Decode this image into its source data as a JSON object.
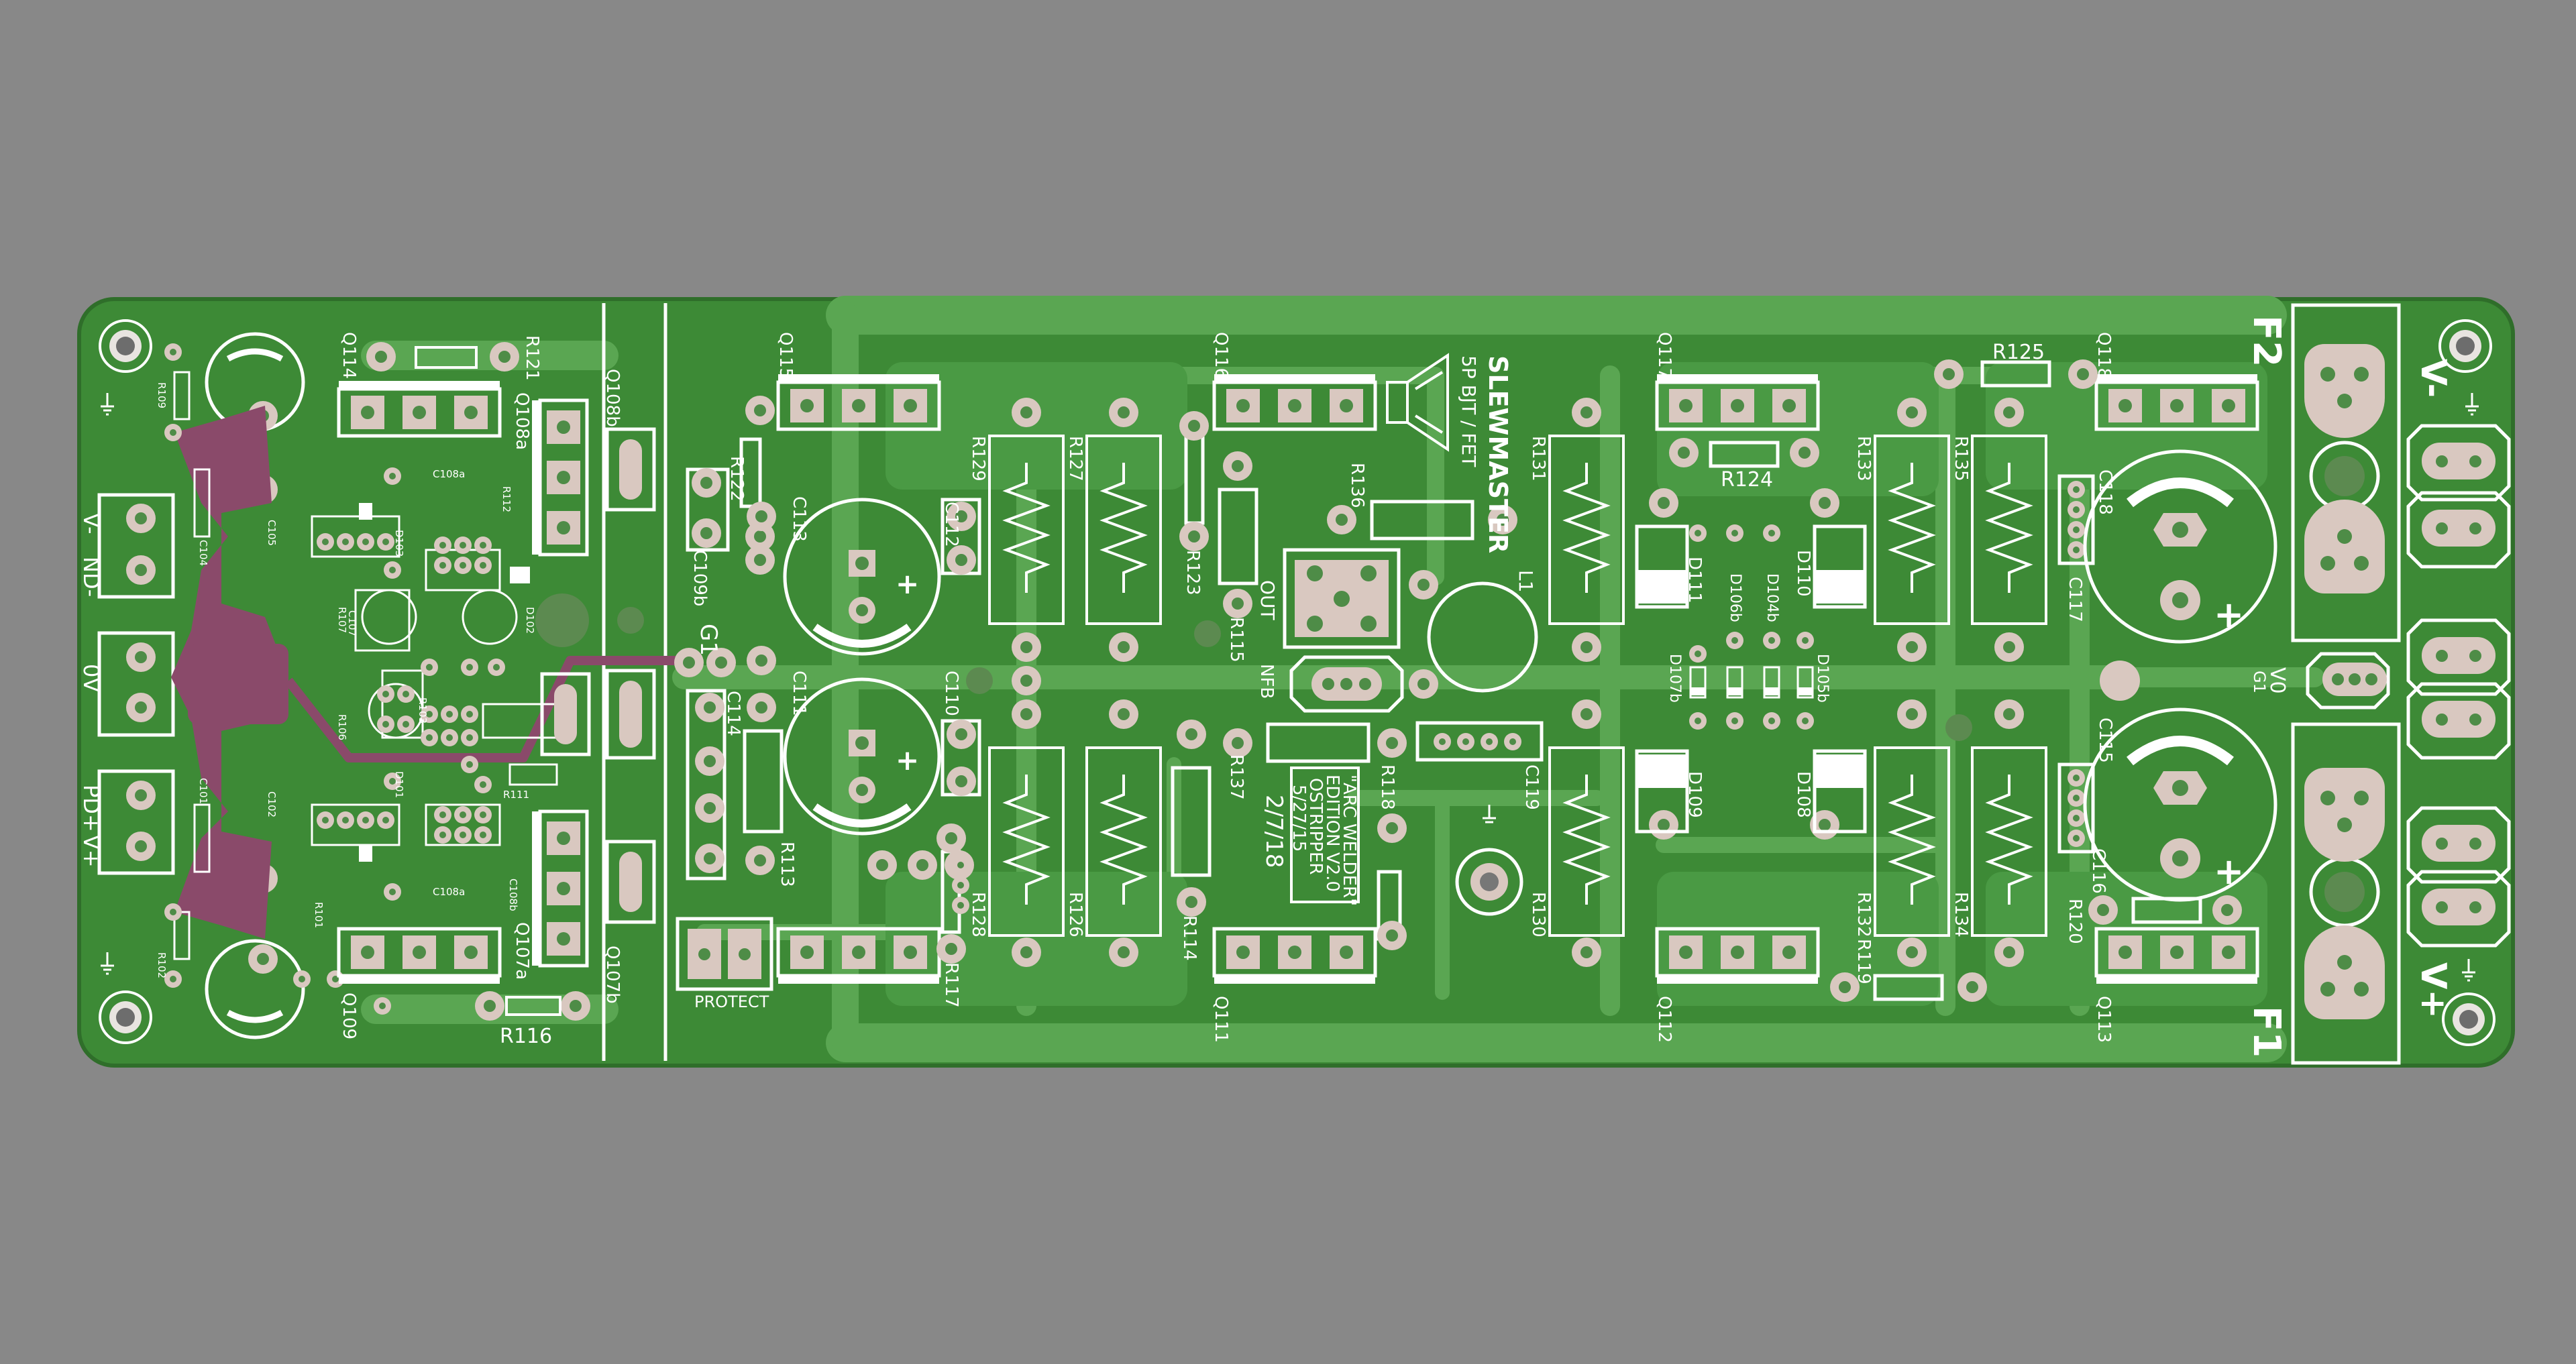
{
  "colors": {
    "background": "#888888",
    "board": "#3d8a36",
    "board_edge": "#2f6e2a",
    "copper_pour": "#5aa652",
    "silkscreen": "#ffffff",
    "pad": "#d9c8c0",
    "hole": "#5e9a58",
    "bottom_copper": "#8a4a6a"
  },
  "board": {
    "title": "SLEWMASTER",
    "subtitle": "5P BJT / FET",
    "edition": [
      "\"ARC WELDER\"",
      "EDITION V2.0",
      "OSTRIPPER",
      "5/27/15",
      "2/7/18"
    ],
    "connector_labels": {
      "left_top": "V-",
      "left_nd": "ND-",
      "left_mid": "0V",
      "left_pd": "PD+",
      "left_bottom": "V+",
      "right_f2": "F2",
      "right_vm": "V-",
      "right_0v": "V0",
      "right_g1": "G1",
      "right_vp": "V+",
      "right_f1": "F1",
      "g1_mid": "G1",
      "out": "OUT",
      "nfb": "NFB",
      "protect": "PROTECT",
      "l1": "L1"
    },
    "refs": {
      "q114": "Q114",
      "q109": "Q109",
      "q108a": "Q108a",
      "q108b": "Q108b",
      "q107a": "Q107a",
      "q107b": "Q107b",
      "q115": "Q115",
      "q116": "Q116",
      "q117": "Q117",
      "q118": "Q118",
      "q111": "Q111",
      "q112": "Q112",
      "q113": "Q113",
      "r121": "R121",
      "r116": "R116",
      "r122": "R122",
      "r113": "R113",
      "r129": "R129",
      "r127": "R127",
      "r128": "R128",
      "r126": "R126",
      "r123": "R123",
      "r115": "R115",
      "r136": "R136",
      "r137": "R137",
      "r118": "R118",
      "r114": "R114",
      "r117": "R117",
      "r131": "R131",
      "r130": "R130",
      "r124": "R124",
      "r125": "R125",
      "r133": "R133",
      "r135": "R135",
      "r132": "R132",
      "r134": "R134",
      "r119": "R119",
      "r120": "R120",
      "c113": "C113",
      "c112": "C112",
      "c111": "C111",
      "c110": "C110",
      "c114": "C114",
      "c109b": "C109b",
      "c119": "C119",
      "c118": "C118",
      "c117": "C117",
      "c115": "C115",
      "c116": "C116",
      "c108a": "C108a",
      "c108b": "C108b",
      "c104": "C104",
      "c105": "C105",
      "c101": "C101",
      "c102": "C102",
      "d111": "D111",
      "d110": "D110",
      "d109": "D109",
      "d108": "D108",
      "d106b": "D106b",
      "d104b": "D104b",
      "d107b": "D107b",
      "d105b": "D105b",
      "r109": "R109",
      "r102": "R102",
      "r101": "R101",
      "r103": "R103",
      "r107": "R107",
      "r106": "R106",
      "r112": "R112",
      "r111": "R111",
      "d102": "D102",
      "d103": "D103",
      "d101": "D101",
      "c107": "C107"
    }
  }
}
